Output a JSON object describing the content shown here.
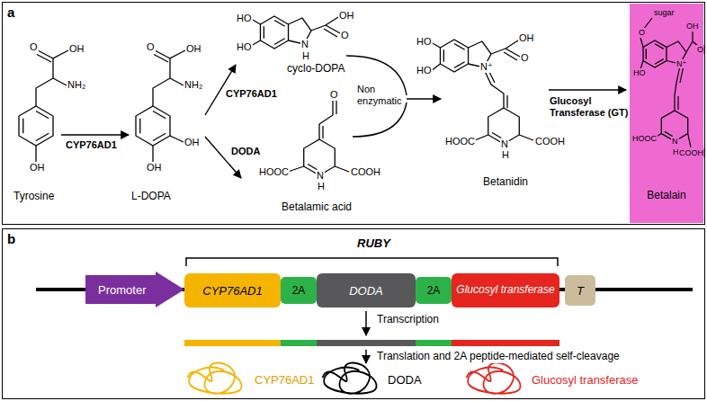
{
  "diagram": {
    "nodes": [
      {
        "text": [
          "a"
        ]
      },
      {
        "text": [
          "Betalain"
        ],
        "in": 0
      },
      {
        "text": [
          "b"
        ]
      },
      {
        "text": [
          "Promoter"
        ],
        "in": 2
      },
      {
        "text": [
          "CYP76AD1"
        ],
        "in": 2
      },
      {
        "text": [
          "2A"
        ],
        "in": 2
      },
      {
        "text": [
          "DODA"
        ],
        "in": 2
      },
      {
        "text": [
          "2A"
        ],
        "in": 2
      },
      {
        "text": [
          "Glucosyl transferase"
        ],
        "in": 2
      },
      {
        "text": [
          "T"
        ],
        "in": 2
      }
    ],
    "labels": [
      "OH",
      "O",
      "NH₂",
      "OH",
      "Tyrosine",
      "CYP76AD1",
      "OH",
      "O",
      "NH₂",
      "OH",
      "OH",
      "L-DOPA",
      "CYP76AD1",
      "DODA",
      "HO",
      "HO",
      "N",
      "H",
      "OH",
      "O",
      "cyclo-DOPA",
      "O",
      "HOOC",
      "N",
      "H",
      "COOH",
      "Betalamic acid",
      "Non enzymatic",
      "HO",
      "HO",
      "N⁺",
      "OH",
      "O",
      "HOOC",
      "N",
      "H",
      "COOH",
      "Betanidin",
      "Glucosyl Transferase (GT)",
      "sugar",
      "O",
      "HO",
      "N⁺",
      "OH",
      "O",
      "HOOC",
      "N",
      "H",
      "COOH",
      "RUBY",
      "Transcription",
      "Translation and 2A peptide-mediated self-cleavage",
      "CYP76AD1",
      "DODA",
      "Glucosyl transferase"
    ]
  }
}
